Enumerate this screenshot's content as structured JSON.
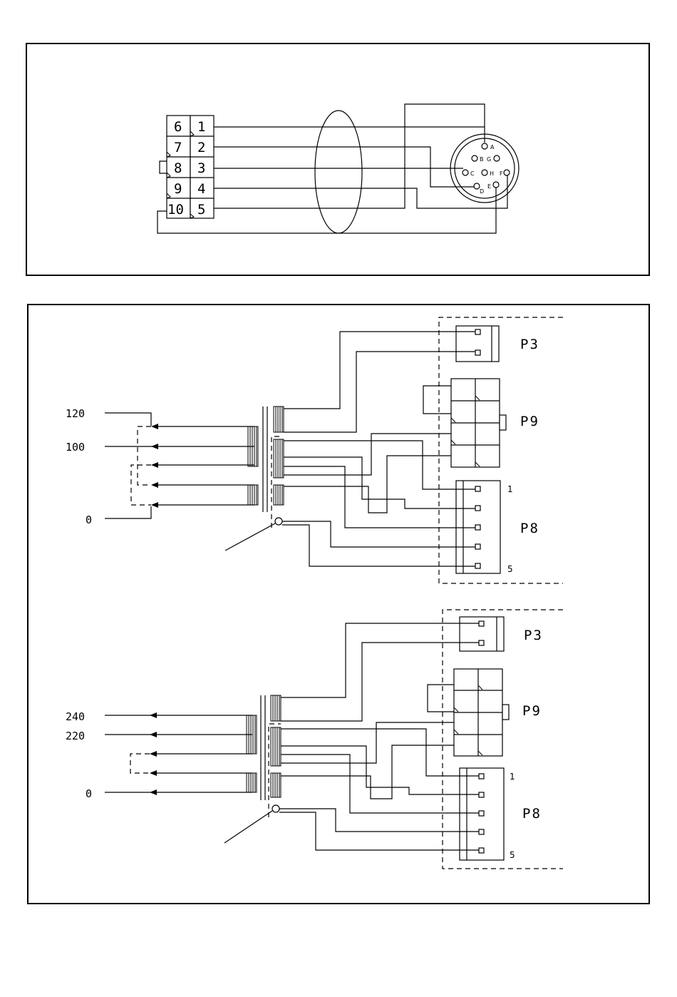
{
  "connector_a": {
    "pins_left": [
      "6",
      "7",
      "8",
      "9",
      "10"
    ],
    "pins_right": [
      "1",
      "2",
      "3",
      "4",
      "5"
    ]
  },
  "din_connector": {
    "pins": [
      "A",
      "B",
      "G",
      "C",
      "H",
      "F",
      "D",
      "E"
    ]
  },
  "diagram_top": {
    "voltages": [
      "120",
      "100",
      "0"
    ],
    "p3": "P3",
    "p9": "P9",
    "p8": "P8",
    "p8_first": "1",
    "p8_last": "5"
  },
  "diagram_bottom": {
    "voltages": [
      "240",
      "220",
      "0"
    ],
    "p3": "P3",
    "p9": "P9",
    "p8": "P8",
    "p8_first": "1",
    "p8_last": "5"
  }
}
